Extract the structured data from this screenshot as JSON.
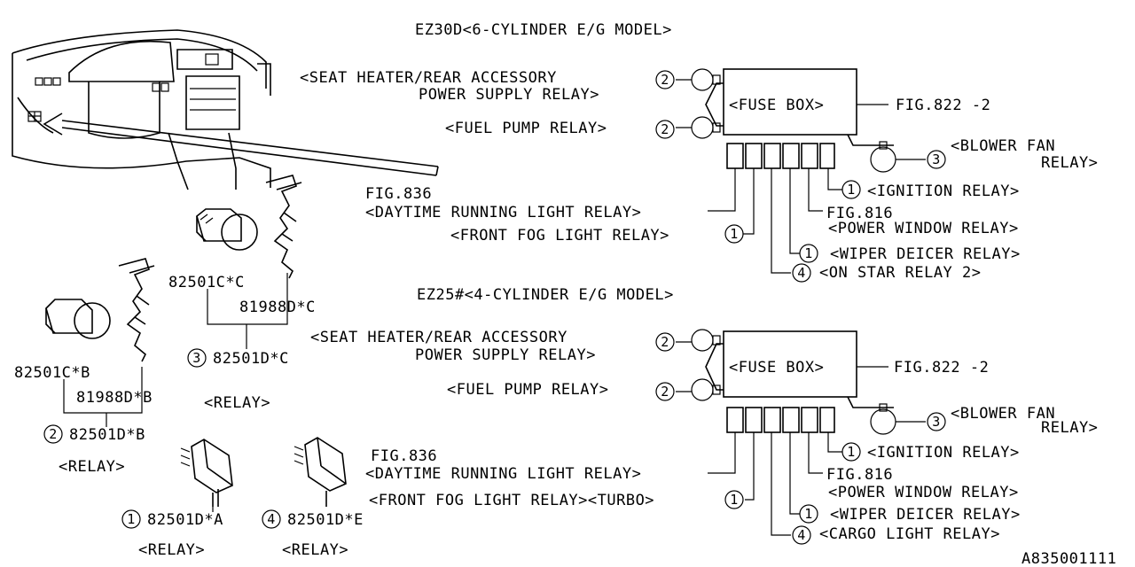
{
  "top_section": {
    "title": "EZ30D<6-CYLINDER E/G MODEL>",
    "seat_heater_line1": "<SEAT HEATER/REAR ACCESSORY",
    "seat_heater_line2": "POWER SUPPLY RELAY>",
    "seat_heater_num": "2",
    "fuel_pump": "<FUEL PUMP RELAY>",
    "fuel_pump_num": "2",
    "fuse_box": "<FUSE BOX>",
    "fig_822": "FIG.822 -2",
    "blower_num": "3",
    "blower_line1": "<BLOWER FAN",
    "blower_line2": "RELAY>",
    "ignition_num": "1",
    "ignition": "<IGNITION RELAY>",
    "fig_816": "FIG.816",
    "power_window": "<POWER WINDOW RELAY>",
    "wiper_num": "1",
    "wiper": "<WIPER DEICER RELAY>",
    "extra_num": "4",
    "extra": "<ON STAR RELAY 2>",
    "fig_836": "FIG.836",
    "drl": "<DAYTIME RUNNING LIGHT RELAY>",
    "fog": "<FRONT FOG LIGHT RELAY>",
    "fog_num": "1"
  },
  "bottom_section": {
    "title": "EZ25#<4-CYLINDER E/G MODEL>",
    "seat_heater_line1": "<SEAT HEATER/REAR ACCESSORY",
    "seat_heater_line2": "POWER SUPPLY RELAY>",
    "seat_heater_num": "2",
    "fuel_pump": "<FUEL PUMP RELAY>",
    "fuel_pump_num": "2",
    "fuse_box": "<FUSE BOX>",
    "fig_822": "FIG.822 -2",
    "blower_num": "3",
    "blower_line1": "<BLOWER FAN",
    "blower_line2": "RELAY>",
    "ignition_num": "1",
    "ignition": "<IGNITION RELAY>",
    "fig_816": "FIG.816",
    "power_window": "<POWER WINDOW RELAY>",
    "wiper_num": "1",
    "wiper": "<WIPER DEICER RELAY>",
    "extra_num": "4",
    "extra": "<CARGO LIGHT RELAY>",
    "fig_836": "FIG.836",
    "drl": "<DAYTIME RUNNING LIGHT RELAY>",
    "fog": "<FRONT FOG LIGHT RELAY><TURBO>",
    "fog_num": "1"
  },
  "parts": {
    "relay_c_number": "82501C*C",
    "bracket_c": "81988D*C",
    "relay_d_c_num": "3",
    "relay_d_c": "82501D*C",
    "relay_label_c": "<RELAY>",
    "relay_b_number": "82501C*B",
    "bracket_b": "81988D*B",
    "relay_d_b_num": "2",
    "relay_d_b": "82501D*B",
    "relay_label_b": "<RELAY>",
    "relay_a_num": "1",
    "relay_a": "82501D*A",
    "relay_label_a": "<RELAY>",
    "relay_e_num": "4",
    "relay_e": "82501D*E",
    "relay_label_e": "<RELAY>"
  },
  "diagram_id": "A835001111",
  "colors": {
    "ink": "#000000",
    "paper": "#ffffff"
  }
}
